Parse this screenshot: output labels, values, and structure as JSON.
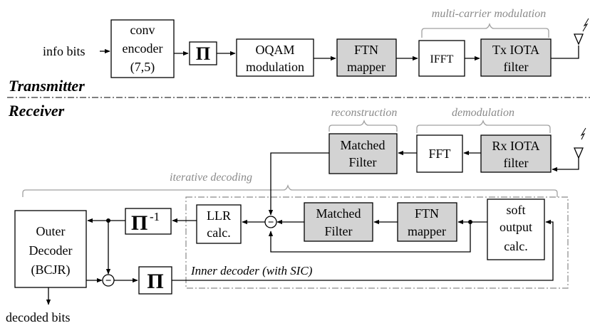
{
  "sections": {
    "transmitter": "Transmitter",
    "receiver": "Receiver"
  },
  "transmitter": {
    "input_label": "info bits",
    "conv_encoder": [
      "conv",
      "encoder",
      "(7,5)"
    ],
    "interleaver": "Π",
    "oqam": [
      "OQAM",
      "modulation"
    ],
    "ftn_mapper": [
      "FTN",
      "mapper"
    ],
    "ifft": "IFFT",
    "tx_iota": [
      "Tx IOTA",
      "filter"
    ],
    "group_label": "multi-carrier modulation"
  },
  "receiver": {
    "rx_iota": [
      "Rx IOTA",
      "filter"
    ],
    "fft": "FFT",
    "matched_filter_recon": [
      "Matched",
      "Filter"
    ],
    "demod_label": "demodulation",
    "recon_label": "reconstruction",
    "iterative_label": "iterative decoding",
    "inner_decoder_label": "Inner decoder (with SIC)",
    "soft_output": [
      "soft",
      "output",
      "calc."
    ],
    "ftn_mapper": [
      "FTN",
      "mapper"
    ],
    "matched_filter": [
      "Matched",
      "Filter"
    ],
    "llr": [
      "LLR",
      "calc."
    ],
    "deinterleaver": "Π",
    "deinterleaver_sup": "-1",
    "interleaver": "Π",
    "outer_decoder": [
      "Outer",
      "Decoder",
      "(BCJR)"
    ],
    "output_label": "decoded bits",
    "subtract_symbol": "−"
  },
  "colors": {
    "gray_block": "#d3d3d3",
    "group_label": "#8a8a8a"
  }
}
